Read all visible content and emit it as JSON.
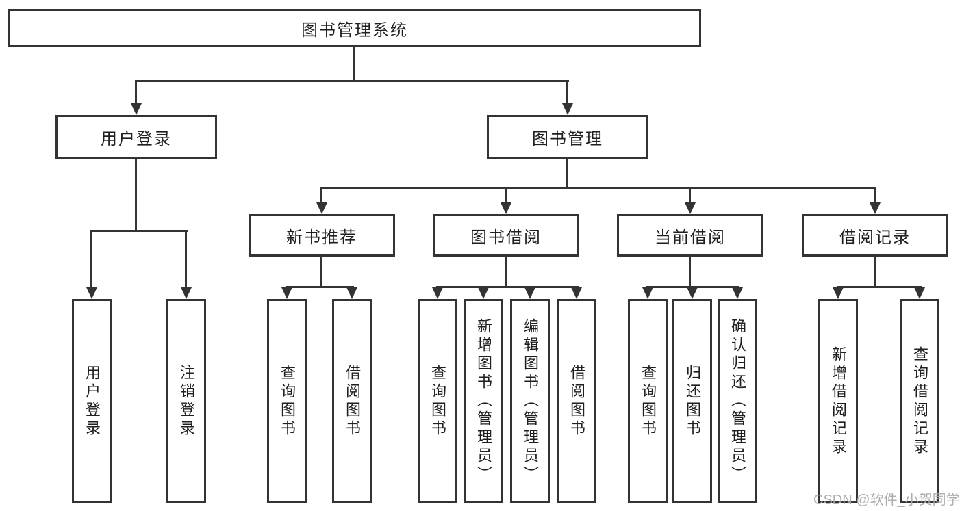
{
  "diagram": {
    "title": "图书管理系统",
    "branches": [
      {
        "label": "用户登录",
        "children": [
          {
            "label": "用户登录"
          },
          {
            "label": "注销登录"
          }
        ]
      },
      {
        "label": "图书管理",
        "children": [
          {
            "label": "新书推荐",
            "children": [
              {
                "label": "查询图书"
              },
              {
                "label": "借阅图书"
              }
            ]
          },
          {
            "label": "图书借阅",
            "children": [
              {
                "label": "查询图书"
              },
              {
                "label": "新增图书（管理员）"
              },
              {
                "label": "编辑图书（管理员）"
              },
              {
                "label": "借阅图书"
              }
            ]
          },
          {
            "label": "当前借阅",
            "children": [
              {
                "label": "查询图书"
              },
              {
                "label": "归还图书"
              },
              {
                "label": "确认归还（管理员）"
              }
            ]
          },
          {
            "label": "借阅记录",
            "children": [
              {
                "label": "新增借阅记录"
              },
              {
                "label": "查询借阅记录"
              }
            ]
          }
        ]
      }
    ]
  },
  "watermark": {
    "text": "CSDN @软件_小贺同学"
  },
  "colors": {
    "line": "#333333",
    "text": "#1f1f1f",
    "watermark": "#aaaaaa",
    "background": "#ffffff"
  }
}
